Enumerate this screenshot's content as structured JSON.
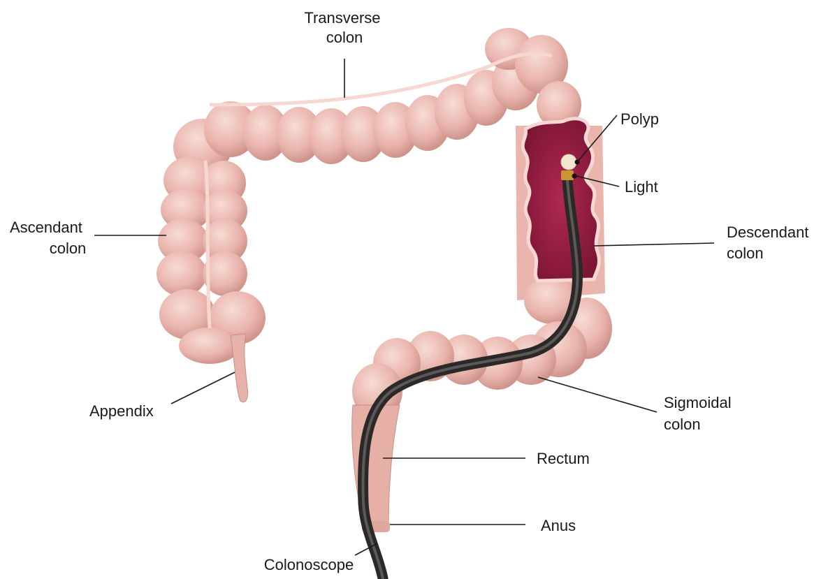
{
  "labels": {
    "transverse_colon": [
      "Transverse",
      "colon"
    ],
    "polyp": "Polyp",
    "light": "Light",
    "ascendant_colon": [
      "Ascendant",
      "colon"
    ],
    "descendant_colon": [
      "Descendant",
      "colon"
    ],
    "appendix": "Appendix",
    "sigmoidal_colon": [
      "Sigmoidal",
      "colon"
    ],
    "rectum": "Rectum",
    "anus": "Anus",
    "colonoscope": "Colonoscope"
  },
  "colors": {
    "colon_fill": "#e8b3ab",
    "colon_shadow": "#c98d85",
    "colon_highlight": "#f6d7d1",
    "mucosa": "#9c1f45",
    "mucosa_dark": "#6e1230",
    "scope": "#3a3736",
    "scope_tip": "#c9962f",
    "polyp": "#f3e6cf"
  }
}
